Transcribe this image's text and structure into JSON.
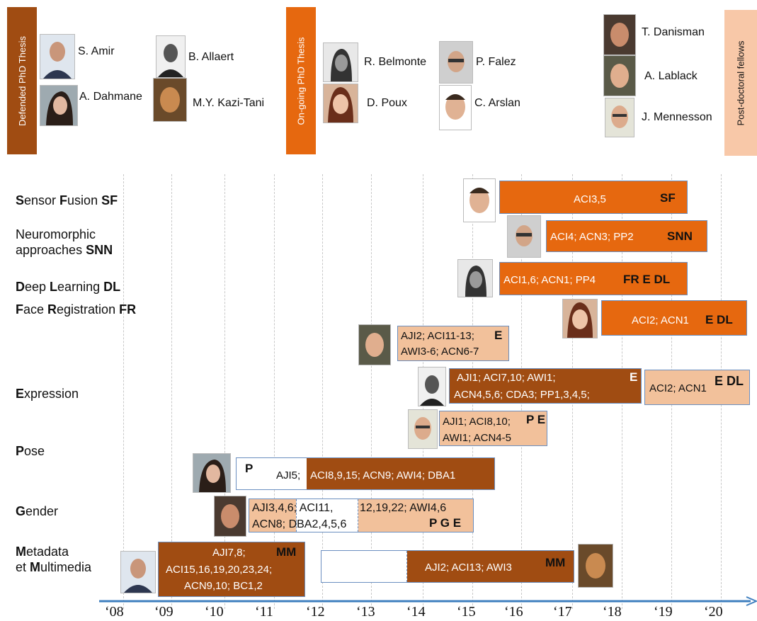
{
  "categories": {
    "defended": "Defended PhD Thesis",
    "ongoing": "On-going PhD Thesis",
    "postdoc": "Post-doctoral  fellows"
  },
  "people": {
    "amir": "S. Amir",
    "dahmane": "A. Dahmane",
    "allaert": "B. Allaert",
    "kazitani": "M.Y. Kazi-Tani",
    "belmonte": "R. Belmonte",
    "poux": "D. Poux",
    "falez": "P. Falez",
    "arslan": "C. Arslan",
    "danisman": "T. Danisman",
    "lablack": "A. Lablack",
    "mennesson": "J. Mennesson"
  },
  "topics": {
    "sf": [
      "S",
      "ensor ",
      "F",
      "usion ",
      "SF"
    ],
    "snn1": "Neuromorphic",
    "snn2": [
      "approaches ",
      "SNN"
    ],
    "dl": [
      "D",
      "eep ",
      "L",
      "earning ",
      "DL"
    ],
    "fr": [
      "F",
      "ace ",
      "R",
      "egistration ",
      "FR"
    ],
    "expr": [
      "E",
      "xpression"
    ],
    "pose": [
      "P",
      "ose"
    ],
    "gender": [
      "G",
      "ender"
    ],
    "mm1": [
      "M",
      "etadata"
    ],
    "mm2": [
      "et  ",
      "M",
      "ultimedia"
    ]
  },
  "boxes": {
    "sf": {
      "text": "ACI3,5",
      "tag": "SF"
    },
    "snn": {
      "text": "ACI4; ACN3; PP2",
      "tag": "SNN"
    },
    "dl": {
      "text": "ACI1,6; ACN1; PP4",
      "tag": "FR E DL"
    },
    "fr": {
      "text": "ACI2; ACN1",
      "tag": "E DL"
    },
    "expr_lablack": {
      "line1": "AJI2; ACI11-13;",
      "tag": "E",
      "line2": "AWI3-6; ACN6-7"
    },
    "expr_allaert": {
      "line1": "AJI1; ACI7,10; AWI1;",
      "tag": "E",
      "line2": "ACN4,5,6; CDA3; PP1,3,4,5;"
    },
    "expr_post": {
      "text": "ACI2; ACN1",
      "tag": "E DL"
    },
    "pose_mennesson": {
      "line1": "AJI1; ACI8,10;",
      "tag": "P E",
      "line2": "AWI1; ACN4-5"
    },
    "pose_dahmane": {
      "tag": "P",
      "white_text": "AJI5;",
      "dark_text": "ACI8,9,15; ACN9; AWI4; DBA1"
    },
    "gender": {
      "line1a": "AJI3,4,6; ACI11,",
      "line1b": "12,19,22; AWI4,6",
      "line2": "ACN8; DBA2,4,5,6",
      "tag": "P G E"
    },
    "mm_amir": {
      "line1": "AJI7,8;",
      "tag": "MM",
      "line2": "ACI15,16,19,20,23,24;",
      "line3": "ACN9,10; BC1,2"
    },
    "mm_kazitani": {
      "text": "AJI2; ACI13; AWI3",
      "tag": "MM"
    }
  },
  "years": [
    "‘08",
    "‘09",
    "‘10",
    "‘11",
    "‘12",
    "‘13",
    "‘14",
    "‘15",
    "‘16",
    "‘17",
    "‘18",
    "‘19",
    "‘20"
  ],
  "colors": {
    "dark_brown": "#a04c12",
    "orange": "#e6680f",
    "peach": "#f2c19b",
    "axis": "#3f7fbf"
  }
}
